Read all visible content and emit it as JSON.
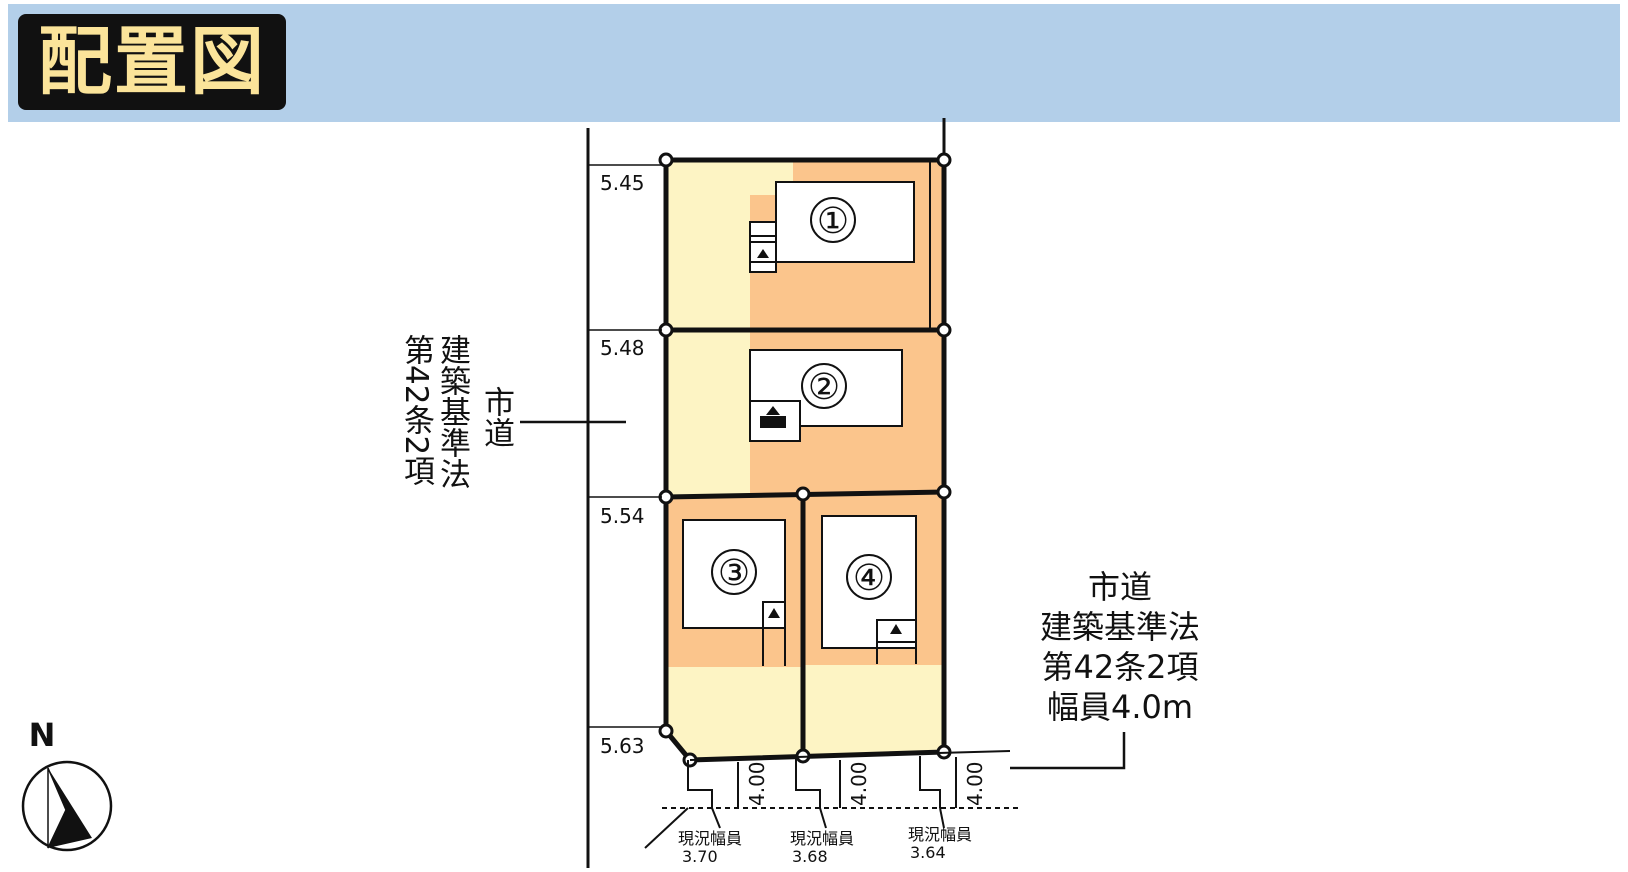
{
  "header": {
    "title": "配置図",
    "background_color": "#b3cfe9",
    "title_color": "#fbe49a"
  },
  "west_road": {
    "text_columns": [
      "第42条2項",
      "建築基準法",
      "市道"
    ]
  },
  "east_road": {
    "lines": [
      "市道",
      "建築基準法",
      "第42条2項",
      "幅員4.0m"
    ]
  },
  "lots": [
    {
      "number": "①"
    },
    {
      "number": "②"
    },
    {
      "number": "③"
    },
    {
      "number": "④"
    }
  ],
  "road_widths_left": [
    "5.45",
    "5.48",
    "5.54",
    "5.63"
  ],
  "setback_widths": [
    "4.00",
    "4.00",
    "4.00"
  ],
  "current_widths": [
    {
      "label": "現況幅員",
      "value": "3.70"
    },
    {
      "label": "現況幅員",
      "value": "3.68"
    },
    {
      "label": "現況幅員",
      "value": "3.64"
    }
  ],
  "compass": {
    "label": "N"
  },
  "colors": {
    "parking": "#fdf4c4",
    "garden": "#fbc58c",
    "building": "#ffffff",
    "boundary": "#111111"
  }
}
